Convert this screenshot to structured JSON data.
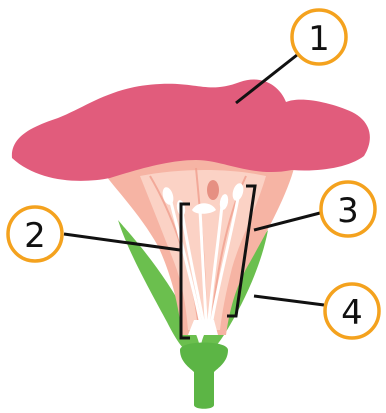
{
  "diagram": {
    "labels": {
      "label_1": "1",
      "label_2": "2",
      "label_3": "3",
      "label_4": "4"
    },
    "colors": {
      "petal": "#E15C7C",
      "tube": "#F6B4A4",
      "tube_light": "#FBD2C5",
      "sepal": "#6BBF4E",
      "stem": "#5CB545",
      "callout_ring": "#F4A21E",
      "line": "#111111"
    }
  }
}
